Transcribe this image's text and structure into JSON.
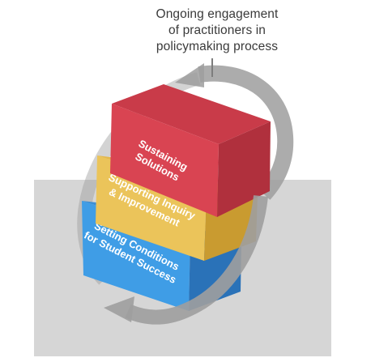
{
  "annotation": {
    "lines": [
      "Ongoing engagement",
      "of practitioners in",
      "policymaking process"
    ]
  },
  "blocks": [
    {
      "lines": [
        "Sustaining",
        "Solutions"
      ],
      "colors": {
        "front": "#d94452",
        "top": "#c93b49",
        "side": "#b0303d"
      }
    },
    {
      "lines": [
        "Supporting Inquiry",
        "& Improvement"
      ],
      "colors": {
        "front": "#ebc45a",
        "top": "#e4b84a",
        "side": "#c99b30"
      }
    },
    {
      "lines": [
        "Setting Conditions",
        "for Student Success"
      ],
      "colors": {
        "front": "#3f9de6",
        "top": "#3b8fd6",
        "side": "#2a72b8"
      }
    }
  ],
  "colors": {
    "platform": "#d6d6d6",
    "arrow": "#9e9e9e",
    "arrow_dark": "#7d7d7d",
    "text": "#3a3a3a"
  }
}
